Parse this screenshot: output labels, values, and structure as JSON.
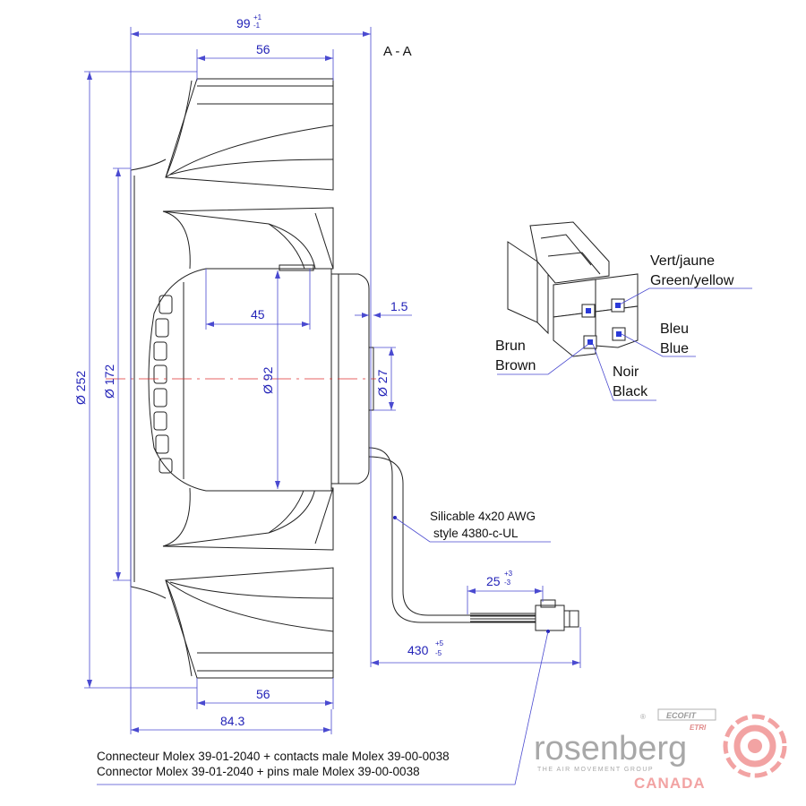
{
  "section_label": "A - A",
  "dimensions": {
    "overall_width": "99",
    "overall_width_tol_top": "+1",
    "overall_width_tol_bot": "-1",
    "blade_width_top": "56",
    "blade_width_bottom": "56",
    "motor_length": "45",
    "base_length": "84.3",
    "gap": "1.5",
    "dia_outer": "Ø 252",
    "dia_inlet": "Ø 172",
    "dia_motor": "Ø 92",
    "dia_hub": "Ø 27",
    "strip_length": "25",
    "strip_tol_top": "+3",
    "strip_tol_bot": "-3",
    "cable_length": "430",
    "cable_tol_top": "+5",
    "cable_tol_bot": "-5"
  },
  "cable": {
    "line1": "Silicable 4x20 AWG",
    "line2": "style 4380-c-UL"
  },
  "wires": {
    "green_fr": "Vert/jaune",
    "green_en": "Green/yellow",
    "blue_fr": "Bleu",
    "blue_en": "Blue",
    "brown_fr": "Brun",
    "brown_en": "Brown",
    "black_fr": "Noir",
    "black_en": "Black"
  },
  "connector_note": {
    "fr": "Connecteur Molex 39-01-2040 + contacts male Molex 39-00-0038",
    "en": "Connector Molex 39-01-2040 + pins male Molex 39-00-0038"
  },
  "logo": {
    "name": "rosenberg",
    "tagline": "THE AIR MOVEMENT GROUP",
    "country": "CANADA",
    "ecofit": "ECOFIT",
    "etri": "ETRI",
    "registered": "®"
  },
  "colors": {
    "dimension": "#2323b8",
    "logo_grey": "#a8a8a8",
    "logo_red": "#f2a3a3",
    "centerline": "#e03030"
  }
}
